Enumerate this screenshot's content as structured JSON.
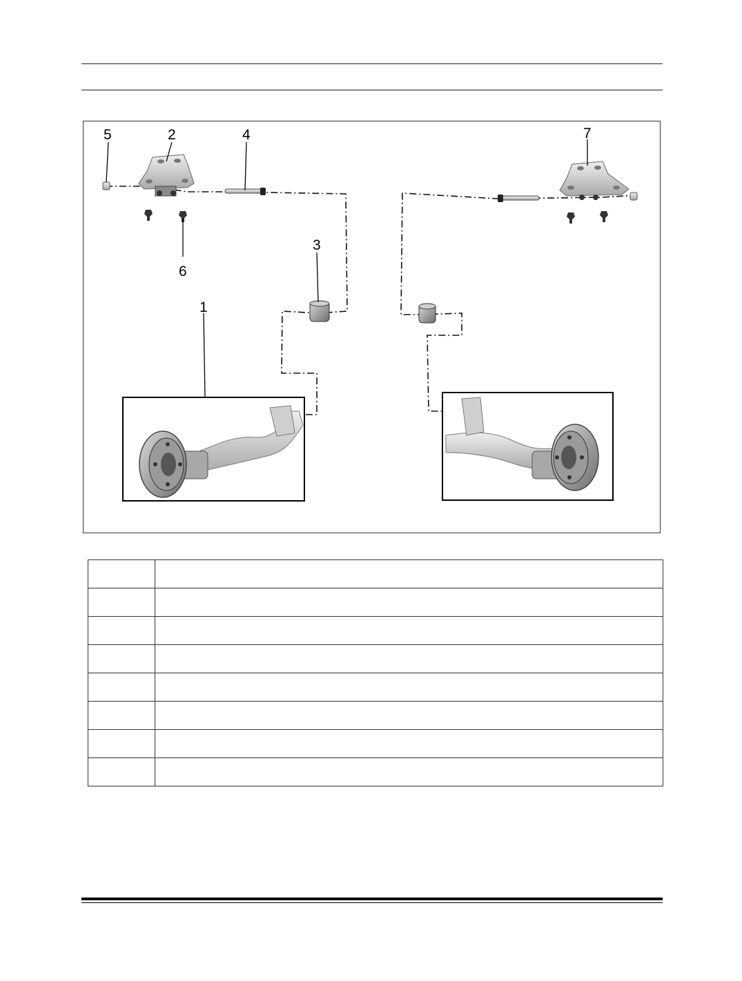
{
  "figure": {
    "callouts": [
      "1",
      "2",
      "3",
      "4",
      "5",
      "6",
      "7"
    ]
  },
  "legend": {
    "rows": [
      {
        "num": "",
        "desc": ""
      },
      {
        "num": "",
        "desc": ""
      },
      {
        "num": "",
        "desc": ""
      },
      {
        "num": "",
        "desc": ""
      },
      {
        "num": "",
        "desc": ""
      },
      {
        "num": "",
        "desc": ""
      },
      {
        "num": "",
        "desc": ""
      },
      {
        "num": "",
        "desc": ""
      }
    ]
  }
}
